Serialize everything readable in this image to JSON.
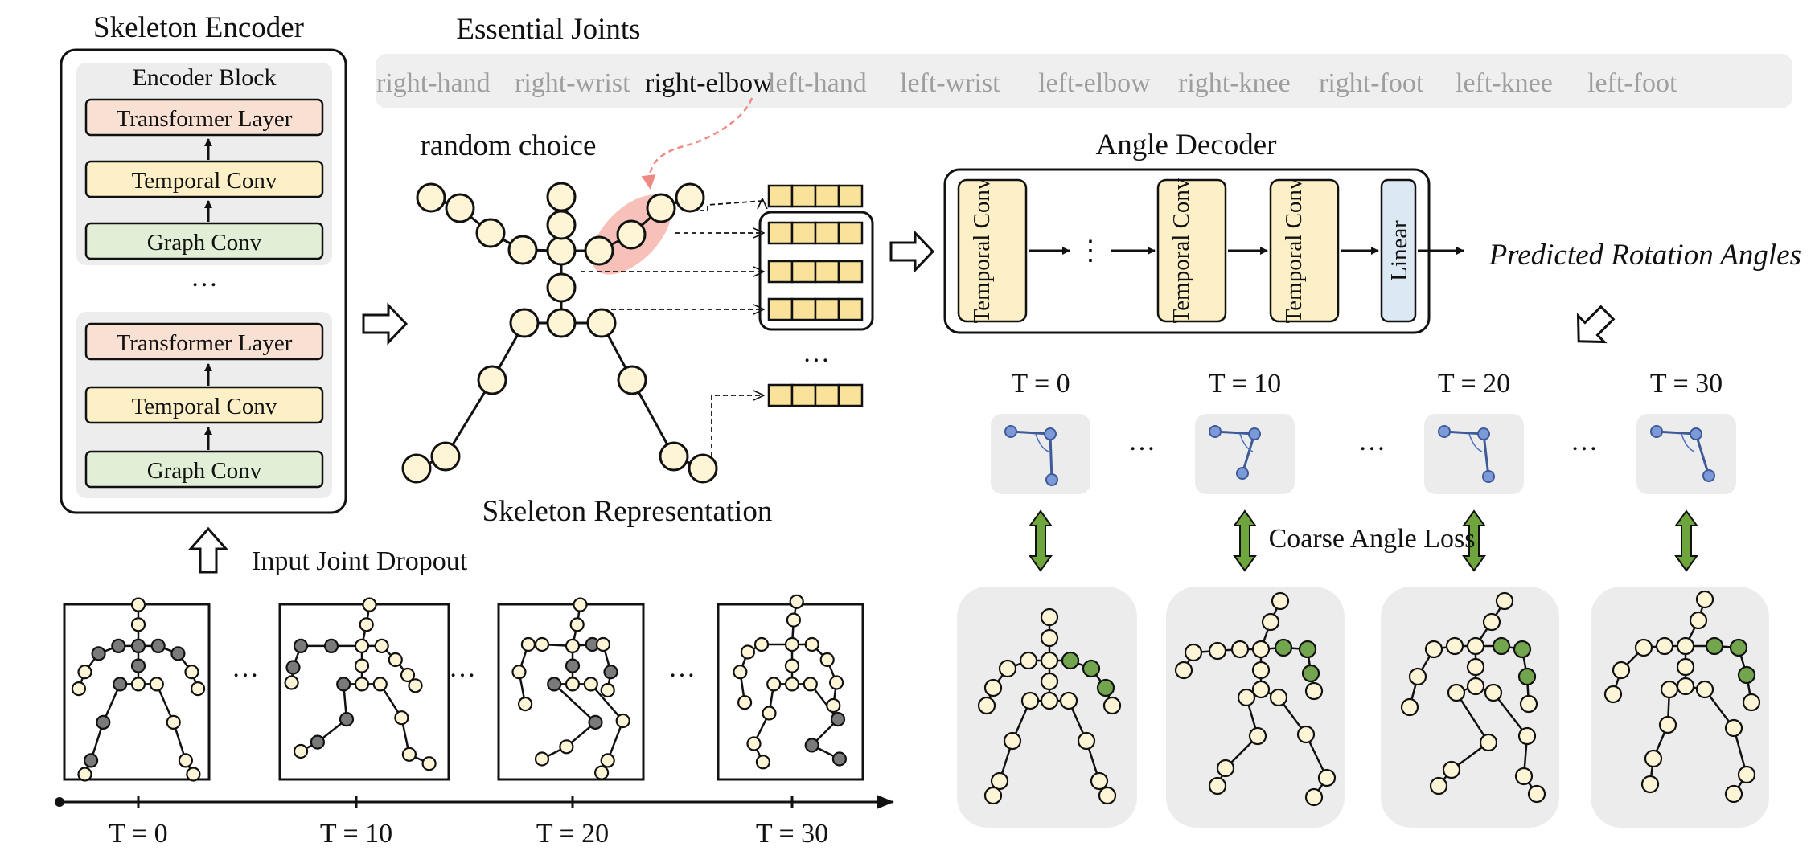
{
  "encoder": {
    "title": "Skeleton Encoder",
    "block_title": "Encoder Block",
    "layers": [
      "Transformer Layer",
      "Temporal Conv",
      "Graph Conv"
    ],
    "ellipsis": "…"
  },
  "essential_joints": {
    "title": "Essential Joints",
    "items": [
      "right-hand",
      "right-wrist",
      "right-elbow",
      "left-hand",
      "left-wrist",
      "left-elbow",
      "right-knee",
      "right-foot",
      "left-knee",
      "left-foot"
    ],
    "selected_index": 2
  },
  "representation": {
    "random_choice_label": "random choice",
    "title": "Skeleton Representation",
    "ellipsis": "…"
  },
  "decoder": {
    "title": "Angle Decoder",
    "temporal_conv_label": "Temporal Conv",
    "linear_label": "Linear",
    "ellipsis": "⋮",
    "output_label": "Predicted Rotation Angles"
  },
  "dropout": {
    "label": "Input Joint Dropout",
    "ellipsis": "…"
  },
  "timeline": {
    "labels": [
      "T = 0",
      "T = 10",
      "T = 20",
      "T = 30"
    ]
  },
  "angles": {
    "labels": [
      "T = 0",
      "T = 10",
      "T = 20",
      "T = 30"
    ],
    "ellipsis": "…",
    "loss_label": "Coarse Angle Loss"
  },
  "colors": {
    "joint_fill": "#fdf5d6",
    "dropped_joint": "#7a7a7a",
    "essential_joint": "#72a54e",
    "transformer_fill": "#f8e0d3",
    "temporal_fill": "#fdf0c6",
    "graph_fill": "#e0efd6",
    "linear_fill": "#dce8f3",
    "token_fill": "#fbe29a",
    "highlight": "#f3a79c",
    "loss_arrow": "#6ea53d",
    "angle_blue": "#4d70c0"
  }
}
